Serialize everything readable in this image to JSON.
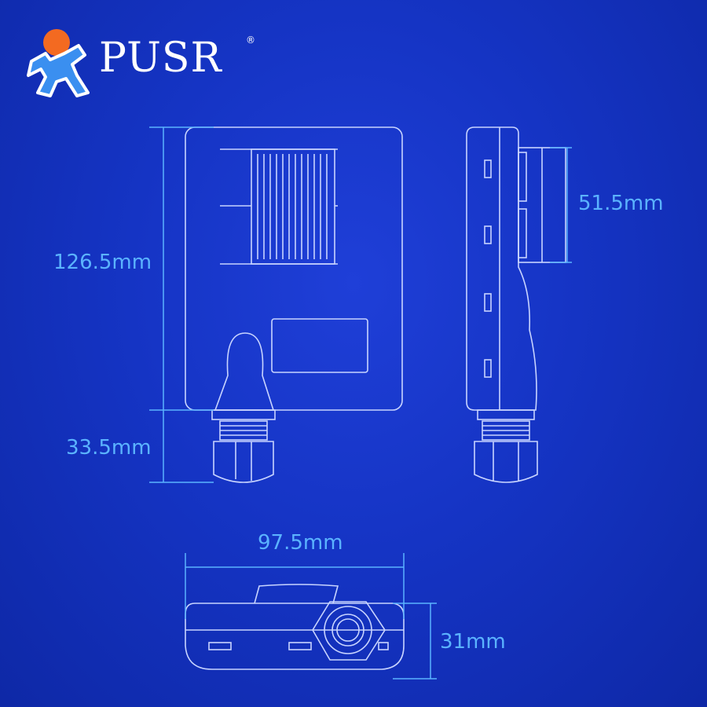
{
  "brand": {
    "name": "PUSR",
    "registered_mark": "®"
  },
  "dimensions": {
    "height_main": "126.5mm",
    "height_connector": "33.5mm",
    "width": "97.5mm",
    "depth_bracket": "51.5mm",
    "thickness": "31mm"
  },
  "colors": {
    "background": "#1534c4",
    "outline": "#c8d4ff",
    "dimension": "#5bb3ff",
    "logo_head": "#f36a21",
    "logo_body": "#3a8ff0"
  }
}
